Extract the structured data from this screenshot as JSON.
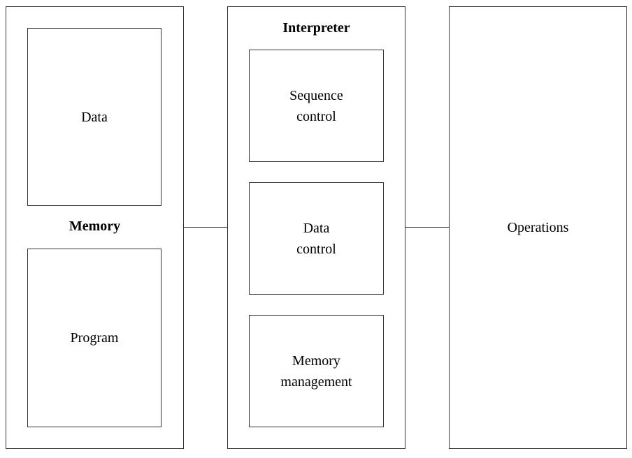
{
  "diagram": {
    "memory": {
      "title": "Memory",
      "data_box": {
        "label": "Data"
      },
      "program_box": {
        "label": "Program"
      }
    },
    "interpreter": {
      "title": "Interpreter",
      "sequence_control": {
        "line1": "Sequence",
        "line2": "control"
      },
      "data_control": {
        "line1": "Data",
        "line2": "control"
      },
      "memory_management": {
        "line1": "Memory",
        "line2": "management"
      }
    },
    "operations": {
      "title": "Operations"
    }
  }
}
